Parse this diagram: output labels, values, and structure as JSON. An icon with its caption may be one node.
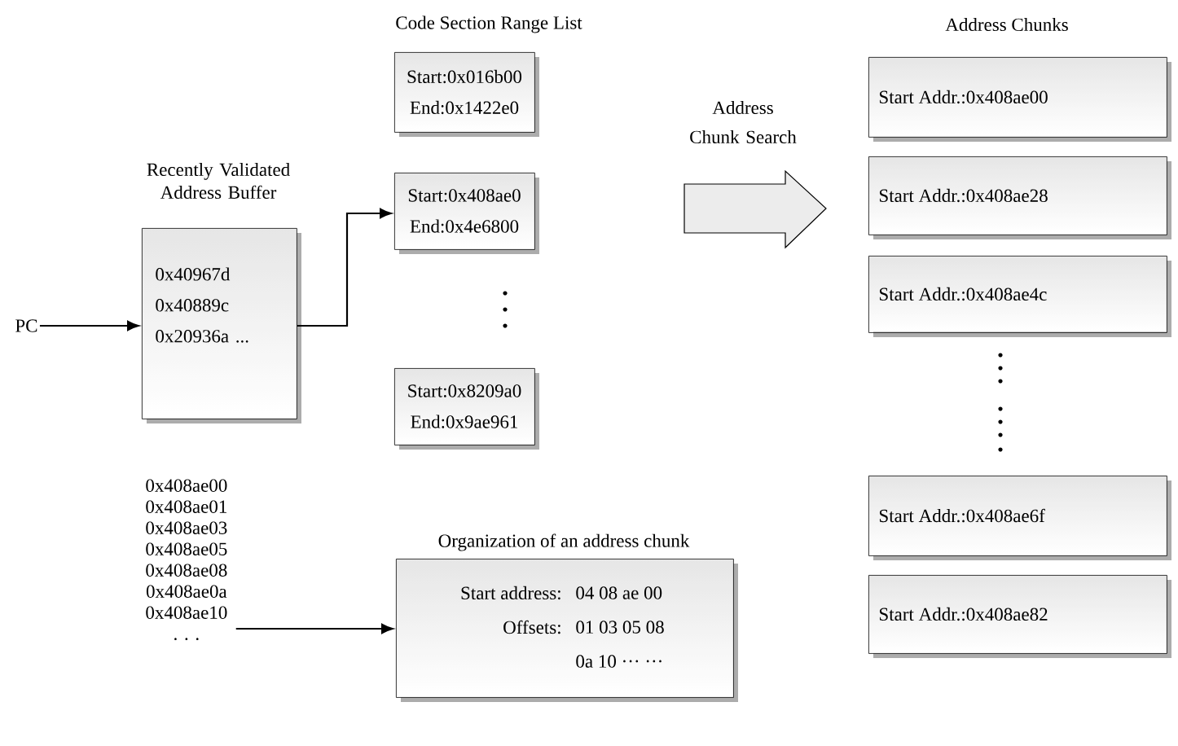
{
  "diagram": {
    "nodes": [
      {
        "text": [
          "PC"
        ]
      },
      {
        "text": [
          "Recently Validated Address Buffer",
          "0x40967d 0x40889c 0x20936a ..."
        ]
      },
      {
        "text": [
          "Start:0x016b00 End:0x1422e0"
        ]
      },
      {
        "text": [
          "Start:0x408ae0 End:0x4e6800"
        ]
      },
      {
        "text": [
          "Start:0x8209a0 End:0x9ae961"
        ]
      },
      {
        "text": [
          "Start Addr.:0x408ae00"
        ]
      },
      {
        "text": [
          "Start Addr.:0x408ae28"
        ]
      },
      {
        "text": [
          "Start Addr.:0x408ae4c"
        ]
      },
      {
        "text": [
          "Start Addr.:0x408ae6f"
        ]
      },
      {
        "text": [
          "Start Addr.:0x408ae82"
        ]
      },
      {
        "text": [
          "0x408ae00",
          "0x408ae01",
          "0x408ae03",
          "0x408ae05",
          "0x408ae08",
          "0x408ae0a",
          "0x408ae10",
          ". . ."
        ]
      },
      {
        "text": [
          "Organization of an address chunk",
          "Start address:",
          "04 08 ae 00",
          "Offsets:",
          "01 03 05 08",
          "0a 10 ··· ···"
        ]
      }
    ],
    "edges": [
      {
        "from": 0,
        "to": 1,
        "arrow": "to"
      },
      {
        "from": 1,
        "to": 3,
        "arrow": "to"
      },
      {
        "from": 10,
        "to": 11,
        "arrow": "to"
      }
    ],
    "labels": [
      "Code Section Range List",
      "Address Chunks",
      "Address Chunk Search"
    ]
  }
}
